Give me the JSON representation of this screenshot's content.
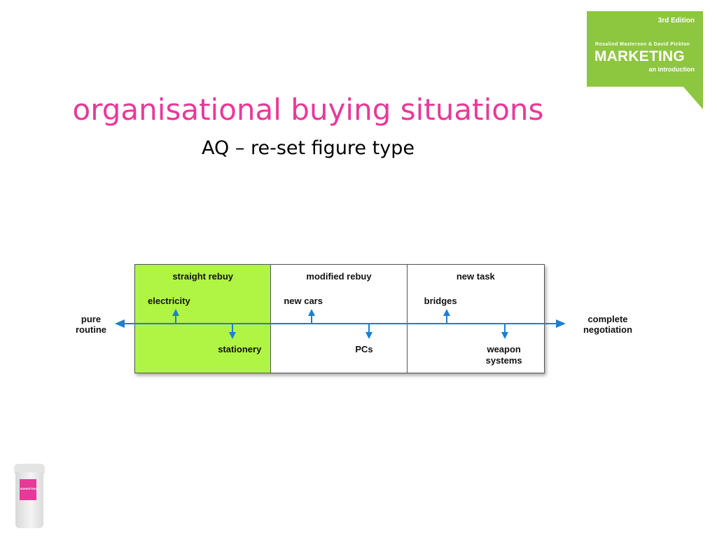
{
  "badge": {
    "edition": "3rd Edition",
    "authors": "Rosalind Masterson & David Pickton",
    "title": "MARKETING",
    "subtitle": "an introduction"
  },
  "slide": {
    "title": "organisational buying situations",
    "subtitle": "AQ – re-set figure type"
  },
  "diagram": {
    "columns": [
      {
        "header": "straight rebuy",
        "above": "electricity",
        "below": "stationery"
      },
      {
        "header": "modified rebuy",
        "above": "new cars",
        "below": "PCs"
      },
      {
        "header": "new task",
        "above": "bridges",
        "below": "weapon systems"
      }
    ],
    "left_label": [
      "pure",
      "routine"
    ],
    "right_label": [
      "complete",
      "negotiation"
    ],
    "colors": {
      "highlight": "#b0f543",
      "arrow": "#1a7fd6",
      "title": "#e8399a",
      "badge": "#8dc63f"
    }
  },
  "cup": {
    "sleeve_text": "MARKETING"
  }
}
